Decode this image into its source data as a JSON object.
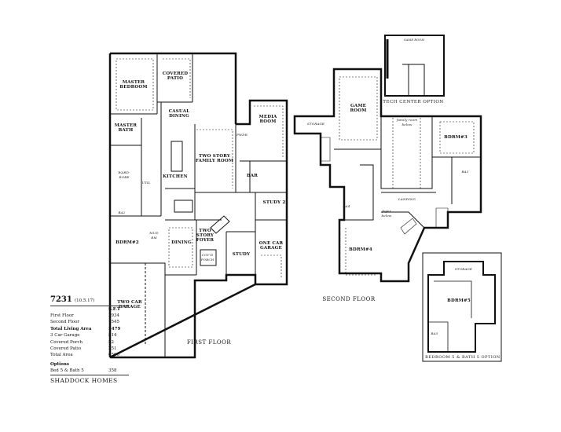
{
  "plan": {
    "number": "7231",
    "date": "(10.5.17)",
    "sqft_header": "S.F.T",
    "areas": [
      {
        "label": "First Floor",
        "value": "3934"
      },
      {
        "label": "Second Floor",
        "value": "1545"
      },
      {
        "label": "Total Living Area",
        "value": "5479"
      },
      {
        "label": "3 Car Garage",
        "value": "814"
      },
      {
        "label": "Covered Porch",
        "value": "52"
      },
      {
        "label": "Covered Patio",
        "value": "251"
      },
      {
        "label": "Total Area",
        "value": "6596"
      }
    ],
    "options_title": "Options",
    "options": [
      {
        "label": "Bed 5 & Bath 5",
        "value": "358"
      }
    ],
    "builder": "SHADDOCK HOMES"
  },
  "first_floor": {
    "caption": "FIRST FLOOR",
    "rooms": {
      "master_bedroom": "MASTER\nBEDROOM",
      "covered_patio": "COVERED\nPATIO",
      "casual_dining": "CASUAL\nDINING",
      "master_bath": "MASTER\nBATH",
      "wardrobe": "WARD-\nROBE",
      "util": "UTIL",
      "kitchen": "KITCHEN",
      "family_room": "TWO STORY\nFAMILY ROOM",
      "media_room": "MEDIA\nROOM",
      "powder": "PWDR",
      "bar": "BAR",
      "study2": "STUDY 2",
      "ba2": "BA2",
      "mud_room": "MUD\nRM",
      "bdrm2": "BDRM#2",
      "dining": "DINING",
      "foyer": "TWO\nSTORY\nFOYER",
      "porch": "COV'D\nPORCH",
      "study": "STUDY",
      "one_car_garage": "ONE CAR\nGARAGE",
      "two_car_garage": "TWO CAR\nGARAGE"
    }
  },
  "second_floor": {
    "caption": "SECOND FLOOR",
    "rooms": {
      "storage": "STORAGE",
      "game_room": "GAME\nROOM",
      "family_below": "family room\nbelow",
      "bdrm3": "BDRM#3",
      "ba3": "BA3",
      "landing": "LANDING",
      "foyer_below": "foyer\nbelow",
      "ba4": "BA4",
      "bdrm4": "BDRM#4"
    }
  },
  "tech_center": {
    "caption": "TECH CENTER OPTION",
    "room": "GAME ROOM"
  },
  "bed5_option": {
    "caption": "BEDROOM 5 & BATH 5 OPTION",
    "storage": "STORAGE",
    "bdrm5": "BDRM#5",
    "ba5": "BA5"
  }
}
